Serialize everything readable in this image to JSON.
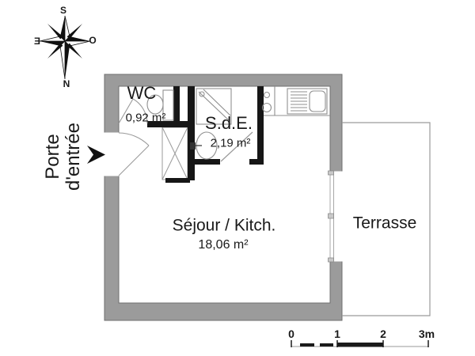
{
  "plan": {
    "compass": {
      "top": "S",
      "bottom": "N",
      "left": "E",
      "right": "O"
    },
    "entrance": {
      "label_line1": "Porte",
      "label_line2": "d'entrée"
    },
    "rooms": [
      {
        "name": "WC",
        "area": "0,92 m²"
      },
      {
        "name": "S.d.E.",
        "area": "2,19 m²"
      },
      {
        "name": "Séjour / Kitch.",
        "area": "18,06 m²"
      },
      {
        "name": "Terrasse"
      }
    ],
    "scale_bar": {
      "labels": [
        "0",
        "1",
        "2",
        "3m"
      ]
    },
    "colors": {
      "wall": "#9b9b9b",
      "partition": "#161616",
      "fixture_line": "#8f8f8f",
      "text": "#1a1a1a",
      "background": "#ffffff"
    }
  }
}
